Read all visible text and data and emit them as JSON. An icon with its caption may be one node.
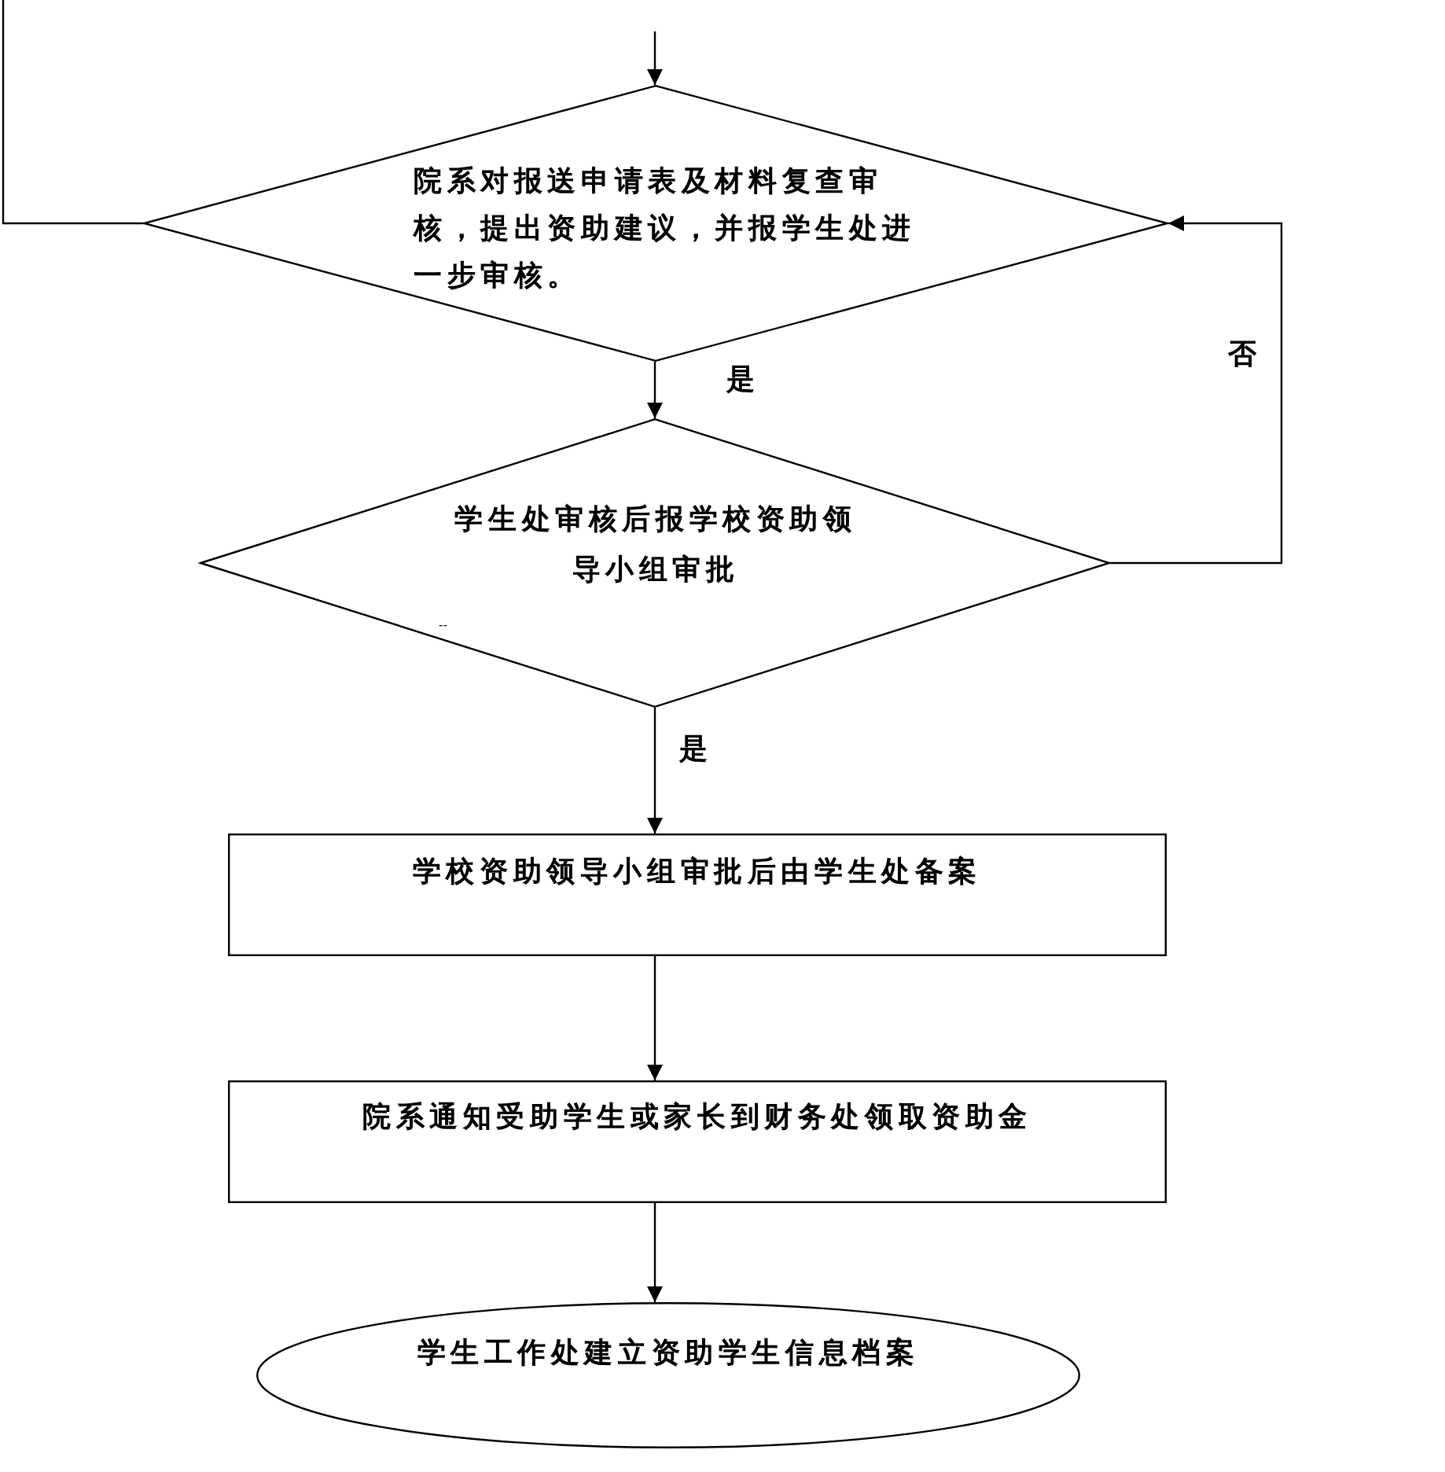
{
  "diagram": {
    "nodes": [
      {
        "text": [
          "院系对报送申请表及材料复查审核，提出资助建议，并报学生处进一步审核。"
        ]
      },
      {
        "text": [
          "学生处审核后报学校资助领导小组审批"
        ]
      },
      {
        "text": [
          "学校资助领导小组审批后由学生处备案"
        ]
      },
      {
        "text": [
          "院系通知受助学生或家长到财务处领取资助金"
        ]
      },
      {
        "text": [
          "学生工作处建立资助学生信息档案"
        ]
      }
    ],
    "edges": [
      {
        "from": null,
        "to": 0,
        "arrow": "to"
      },
      {
        "from": 0,
        "to": null,
        "arrow": "none"
      },
      {
        "from": 0,
        "to": 1,
        "arrow": "to",
        "label": "是"
      },
      {
        "from": 1,
        "to": 0,
        "arrow": "to",
        "label": "否"
      },
      {
        "from": 1,
        "to": 2,
        "arrow": "to",
        "label": "是"
      },
      {
        "from": 2,
        "to": 3,
        "arrow": "to"
      },
      {
        "from": 3,
        "to": 4,
        "arrow": "to"
      }
    ],
    "labels": [
      "--"
    ]
  }
}
